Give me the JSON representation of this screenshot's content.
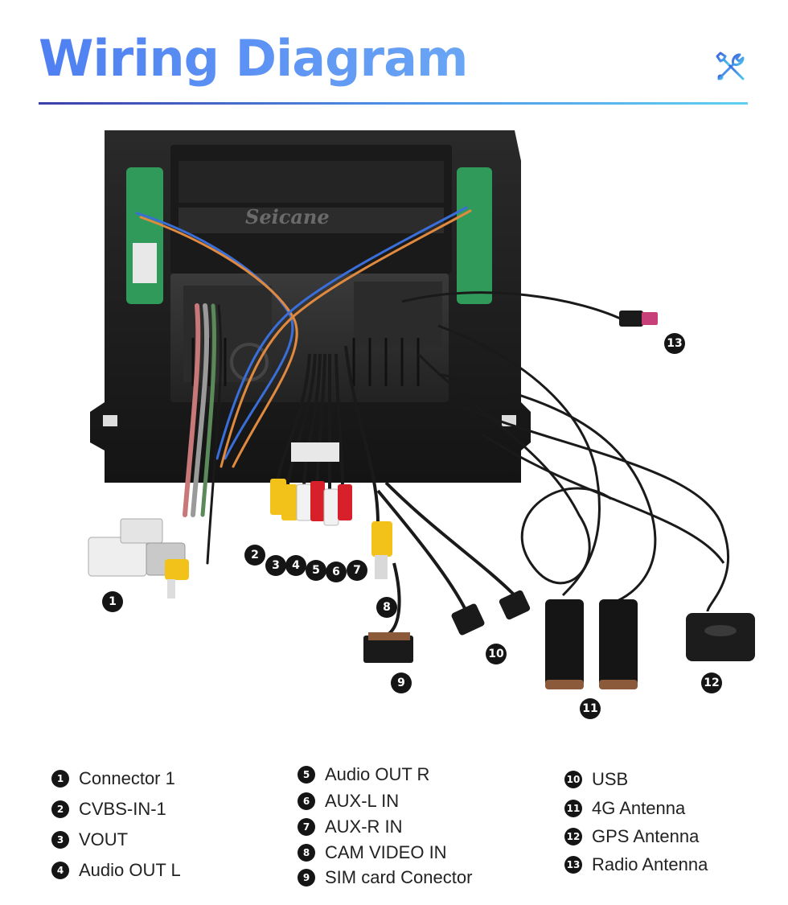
{
  "header": {
    "title": "Wiring Diagram",
    "icon": "tools-icon"
  },
  "product": {
    "brand_watermark": "Seicane"
  },
  "markers": [
    "1",
    "2",
    "3",
    "4",
    "5",
    "6",
    "7",
    "8",
    "9",
    "10",
    "11",
    "12",
    "13"
  ],
  "legend": {
    "col1": [
      {
        "num": "1",
        "label": "Connector 1"
      },
      {
        "num": "2",
        "label": "CVBS-IN-1"
      },
      {
        "num": "3",
        "label": "VOUT"
      },
      {
        "num": "4",
        "label": "Audio OUT L"
      }
    ],
    "col2": [
      {
        "num": "5",
        "label": "Audio OUT R"
      },
      {
        "num": "6",
        "label": "AUX-L IN"
      },
      {
        "num": "7",
        "label": "AUX-R IN"
      },
      {
        "num": "8",
        "label": "CAM VIDEO IN"
      },
      {
        "num": "9",
        "label": "SIM card Conector"
      }
    ],
    "col3": [
      {
        "num": "10",
        "label": "USB"
      },
      {
        "num": "11",
        "label": "4G Antenna"
      },
      {
        "num": "12",
        "label": "GPS Antenna"
      },
      {
        "num": "13",
        "label": "Radio Antenna"
      }
    ]
  },
  "colors": {
    "title_blue": "#5a8cf0",
    "rule_start": "#3b3fa8",
    "rule_end": "#5fd0ef",
    "rca_yellow": "#f2c21a",
    "rca_red": "#d8202a",
    "rca_white": "#f2f2f2",
    "pcb_green": "#2f9a5a"
  }
}
